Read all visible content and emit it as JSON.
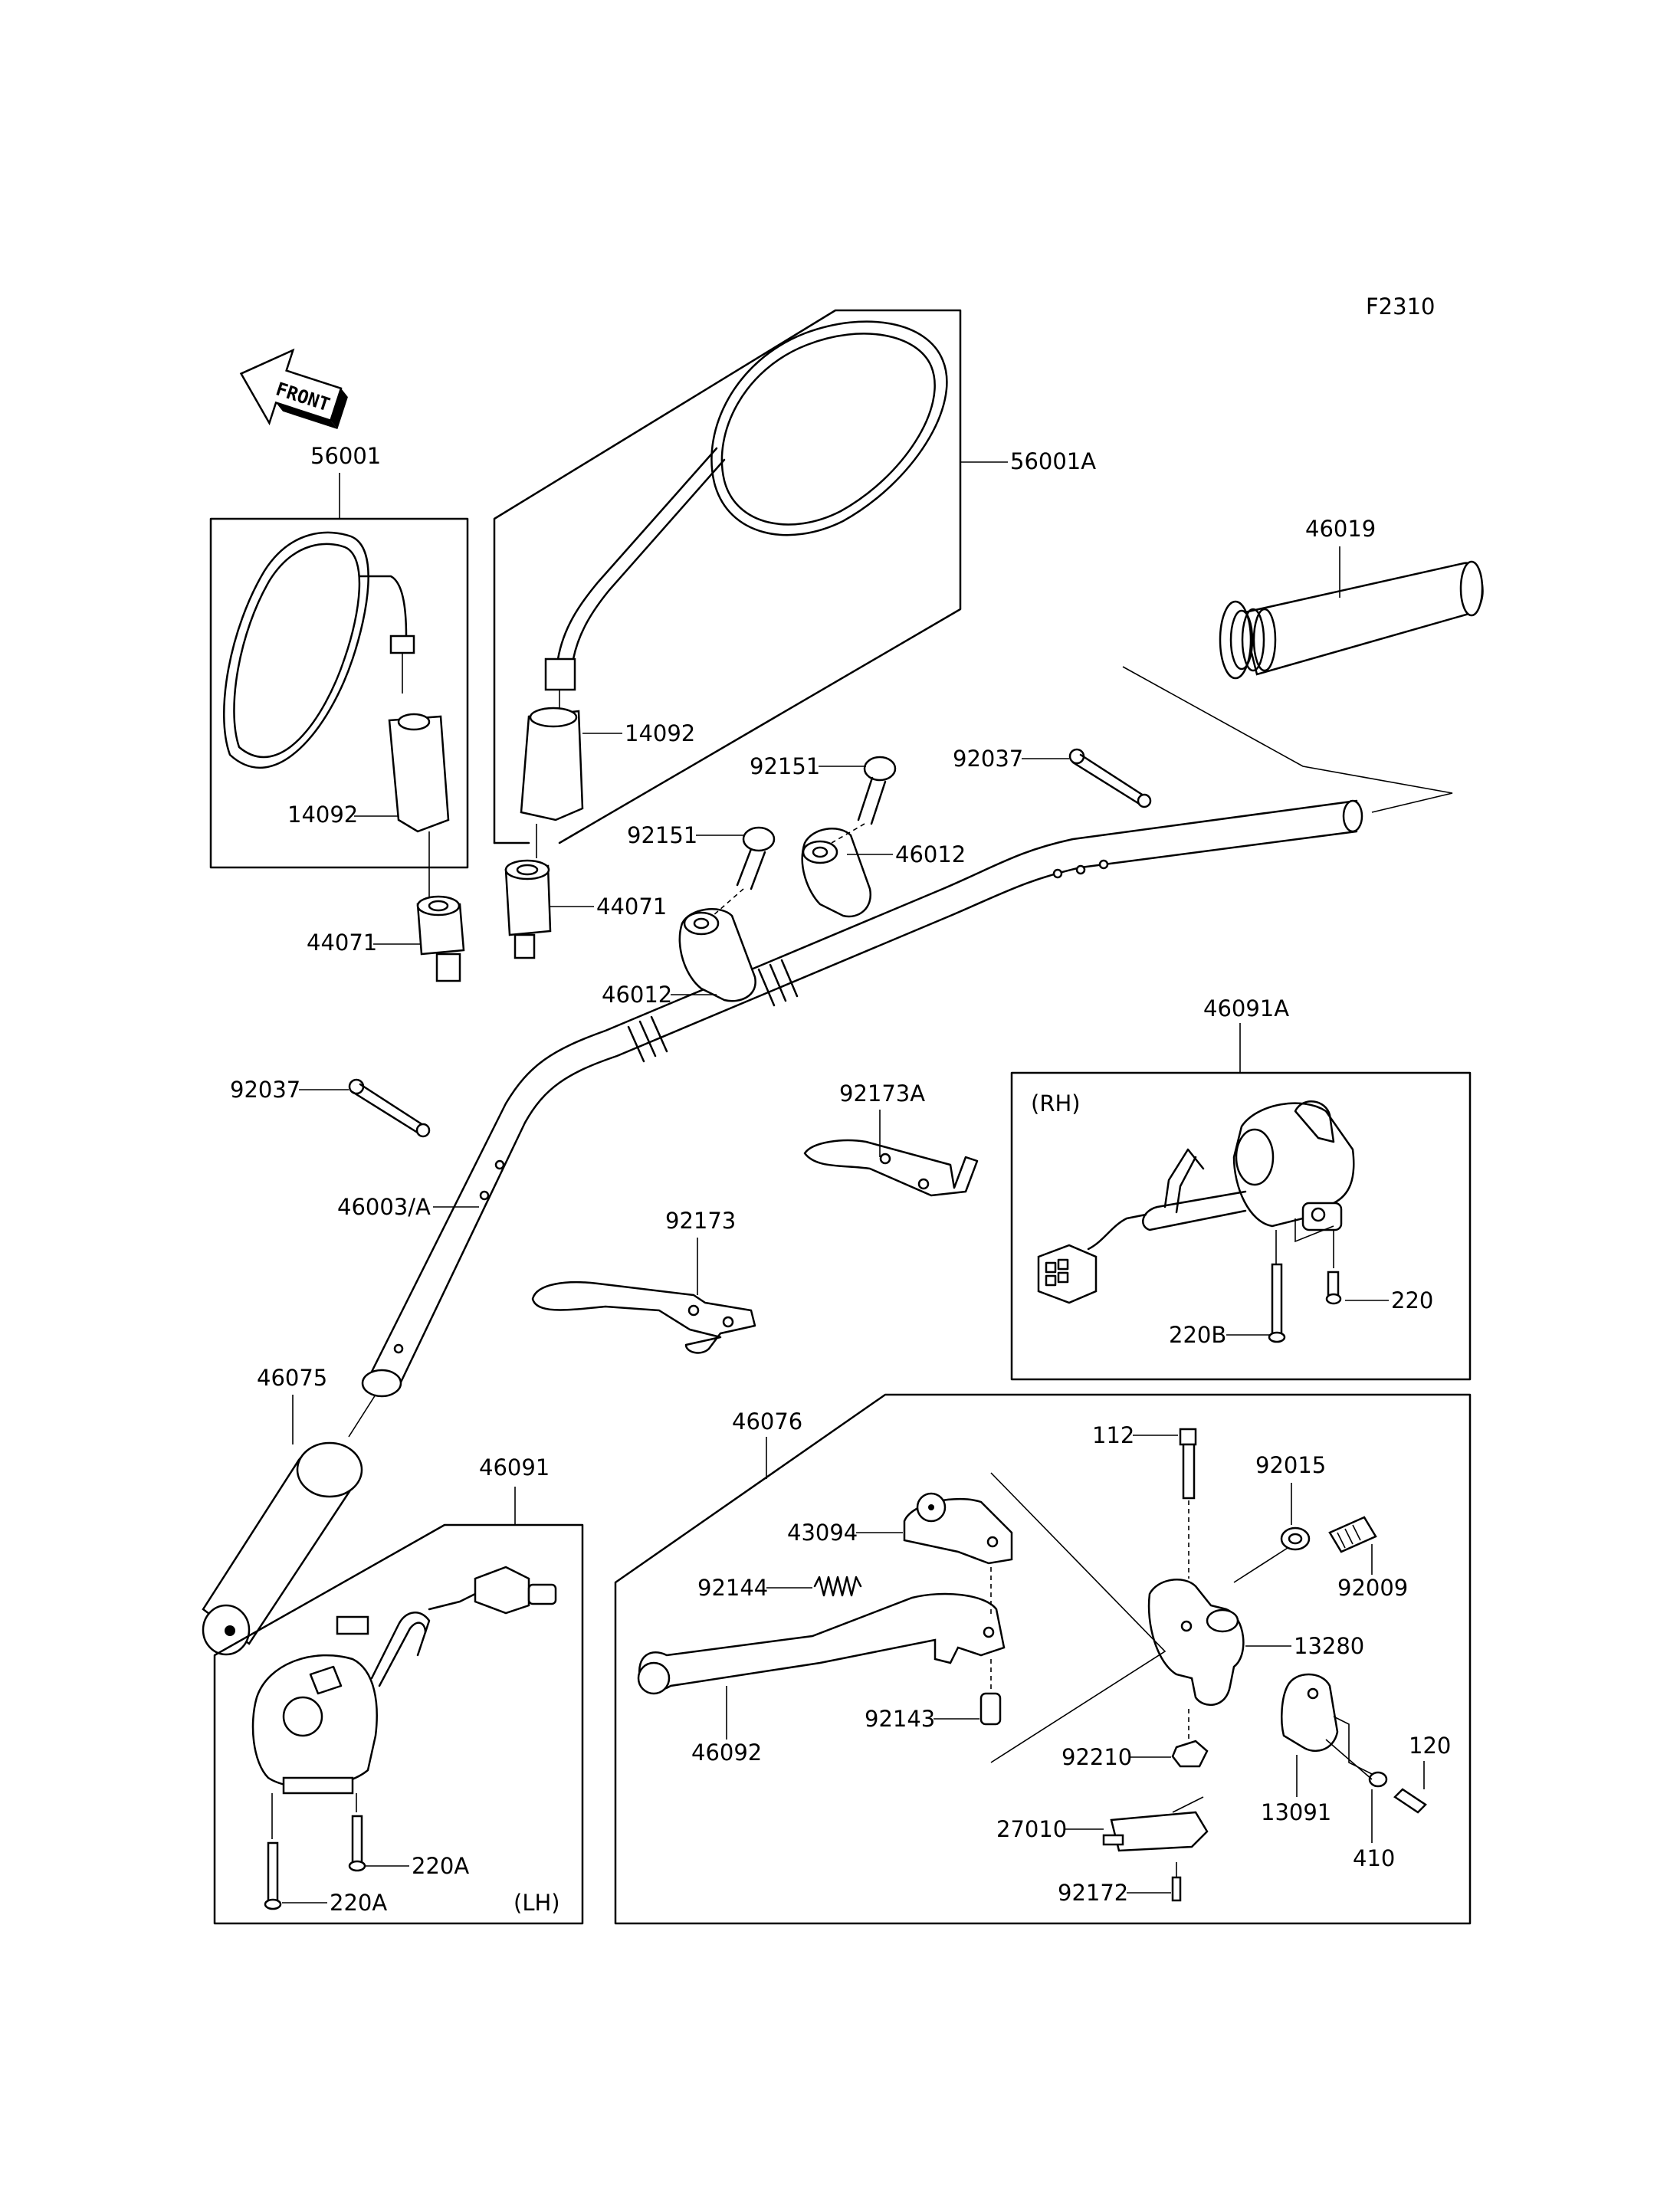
{
  "figure_code": "F2310",
  "front_label": "FRONT",
  "callouts": {
    "c56001": "56001",
    "c56001A": "56001A",
    "c46019": "46019",
    "c14092_left": "14092",
    "c14092_right": "14092",
    "c92151_top": "92151",
    "c92151_mid": "92151",
    "c92037_top": "92037",
    "c92037_left": "92037",
    "c46012_top": "46012",
    "c46012_bottom": "46012",
    "c44071_left": "44071",
    "c44071_right": "44071",
    "c46091A": "46091A",
    "c92173A": "92173A",
    "c46003A": "46003/A",
    "c92173": "92173",
    "c220": "220",
    "c220B": "220B",
    "c46075": "46075",
    "c46076": "46076",
    "c46091": "46091",
    "c112": "112",
    "c92015": "92015",
    "c43094": "43094",
    "c92144": "92144",
    "c92009": "92009",
    "c13280": "13280",
    "c92143": "92143",
    "c46092": "46092",
    "c92210": "92210",
    "c120": "120",
    "c13091": "13091",
    "c27010": "27010",
    "c410": "410",
    "c92172": "92172",
    "c220A_upper": "220A",
    "c220A_lower": "220A"
  },
  "side_labels": {
    "rh": "(RH)",
    "lh": "(LH)"
  },
  "icons": [
    "front-arrow-icon"
  ]
}
